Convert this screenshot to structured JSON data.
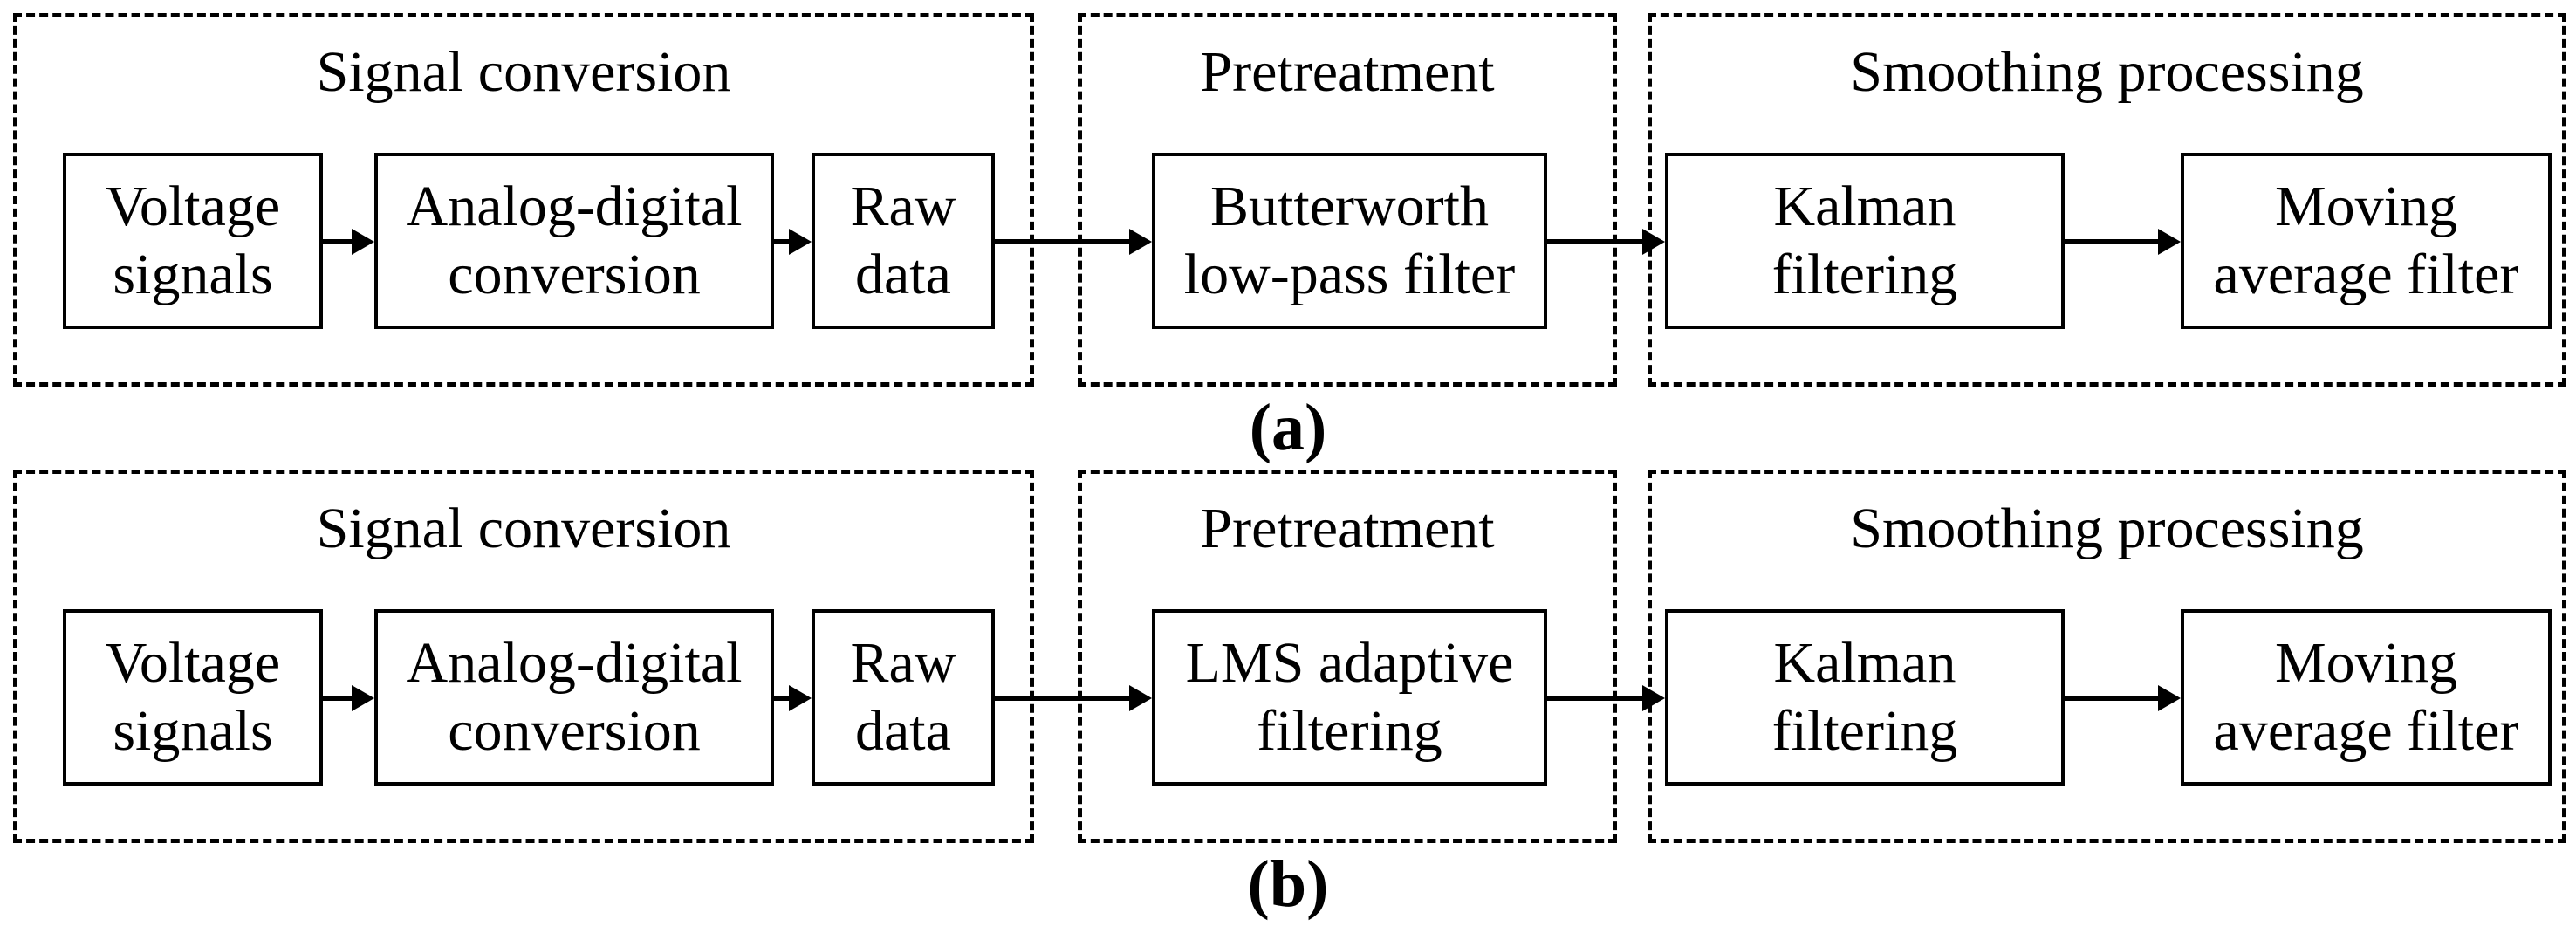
{
  "colors": {
    "line": "#000000",
    "background": "#ffffff"
  },
  "rows": [
    {
      "caption": "(a)",
      "groups": [
        {
          "title": "Signal conversion",
          "boxes": [
            "Voltage\nsignals",
            "Analog-digital\nconversion",
            "Raw\ndata"
          ]
        },
        {
          "title": "Pretreatment",
          "boxes": [
            "Butterworth\nlow-pass filter"
          ]
        },
        {
          "title": "Smoothing processing",
          "boxes": [
            "Kalman\nfiltering",
            "Moving\naverage filter"
          ]
        }
      ]
    },
    {
      "caption": "(b)",
      "groups": [
        {
          "title": "Signal conversion",
          "boxes": [
            "Voltage\nsignals",
            "Analog-digital\nconversion",
            "Raw\ndata"
          ]
        },
        {
          "title": "Pretreatment",
          "boxes": [
            "LMS adaptive\nfiltering"
          ]
        },
        {
          "title": "Smoothing processing",
          "boxes": [
            "Kalman\nfiltering",
            "Moving\naverage filter"
          ]
        }
      ]
    }
  ]
}
